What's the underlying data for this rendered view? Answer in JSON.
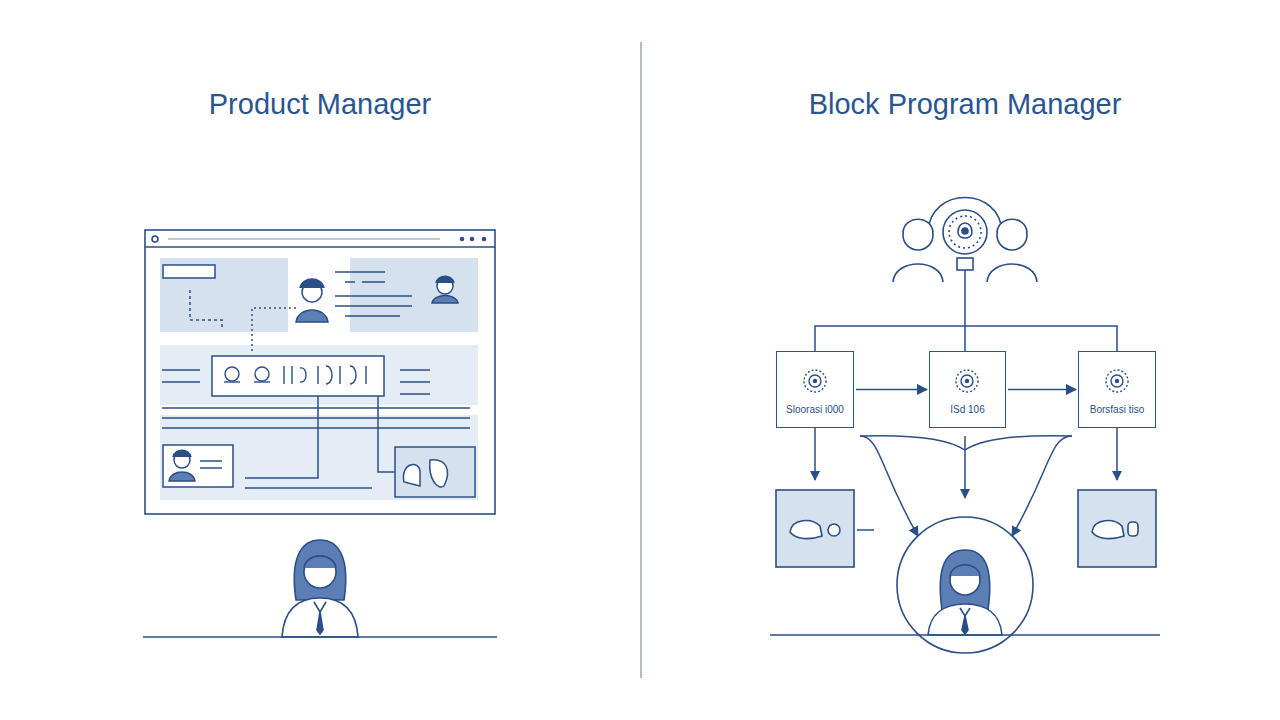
{
  "diagram": {
    "nodes": [
      {
        "text": [
          "Sloorasi i000"
        ]
      },
      {
        "text": [
          "ISd 106"
        ]
      },
      {
        "text": [
          "Borsfasi tiso"
        ]
      }
    ],
    "edges": [
      {
        "from": 0,
        "to": 1,
        "arrow": "to"
      },
      {
        "from": 1,
        "to": 2,
        "arrow": "to"
      }
    ],
    "labels": [
      "Product Manager",
      "Block Program Manager"
    ]
  }
}
